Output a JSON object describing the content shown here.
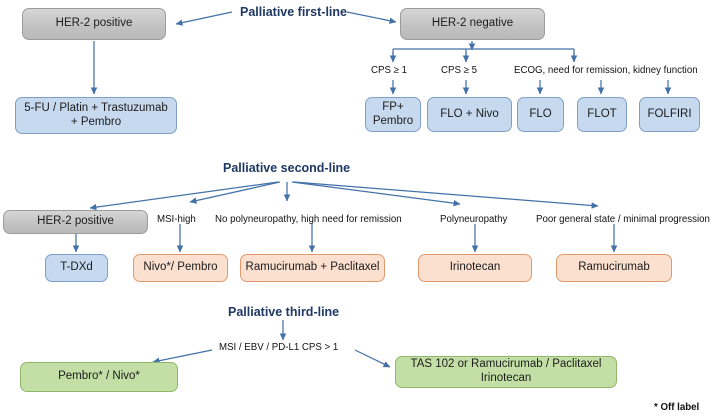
{
  "diagram": {
    "title_first_line": "Palliative first-line",
    "title_second_line": "Palliative second-line",
    "title_third_line": "Palliative third-line",
    "footnote": "* Off label",
    "colors": {
      "grey_box": "#c3c3c3",
      "blue_box": "#c6d9ef",
      "peach_box": "#fbe0d0",
      "green_box": "#c3dfa6",
      "connector": "#4472a8",
      "heading_text": "#1f3864"
    }
  },
  "first_line": {
    "branches": [
      {
        "id": "her2-positive",
        "label": "HER-2 positive"
      },
      {
        "id": "her2-negative",
        "label": "HER-2 negative"
      }
    ],
    "criteria": [
      {
        "id": "cps-ge-1",
        "label": "CPS ≥ 1"
      },
      {
        "id": "cps-ge-5",
        "label": "CPS  ≥  5"
      },
      {
        "id": "ecog",
        "label": "ECOG, need for remission,  kidney function"
      }
    ],
    "treatments_her2_positive": [
      {
        "id": "fu-platin-trastuzumab-pembro",
        "label": "5-FU / Platin + Trastuzumab\n+ Pembro"
      }
    ],
    "treatments_her2_negative": [
      {
        "id": "fp-pembro",
        "label": "FP+\nPembro"
      },
      {
        "id": "flo-nivo",
        "label": "FLO + Nivo"
      },
      {
        "id": "flo",
        "label": "FLO"
      },
      {
        "id": "flot",
        "label": "FLOT"
      },
      {
        "id": "folfiri",
        "label": "FOLFIRI"
      }
    ]
  },
  "second_line": {
    "branches": [
      {
        "id": "her2-positive-2l",
        "label": "HER-2 positive"
      }
    ],
    "criteria": [
      {
        "id": "msi-high",
        "label": "MSI-high"
      },
      {
        "id": "no-polyneuropathy",
        "label": "No polyneuropathy,  high need for remission"
      },
      {
        "id": "polyneuropathy",
        "label": "Polyneuropathy"
      },
      {
        "id": "poor-general-state",
        "label": "Poor general state / minimal progression"
      }
    ],
    "treatments": [
      {
        "id": "t-dxd",
        "label": "T-DXd"
      },
      {
        "id": "nivo-pembro",
        "label": "Nivo*/ Pembro"
      },
      {
        "id": "ramucirumab-paclitaxel",
        "label": "Ramucirumab + Paclitaxel"
      },
      {
        "id": "irinotecan",
        "label": "Irinotecan"
      },
      {
        "id": "ramucirumab",
        "label": "Ramucirumab"
      }
    ]
  },
  "third_line": {
    "criteria": [
      {
        "id": "msi-ebv-pdl1",
        "label": "MSI / EBV / PD-L1 CPS > 1"
      }
    ],
    "treatments": [
      {
        "id": "pembro-nivo",
        "label": "Pembro* / Nivo*"
      },
      {
        "id": "tas102-ramucirumab-paclitaxel-irinotecan",
        "label": "TAS 102 or Ramucirumab / Paclitaxel\nIrinotecan"
      }
    ]
  }
}
